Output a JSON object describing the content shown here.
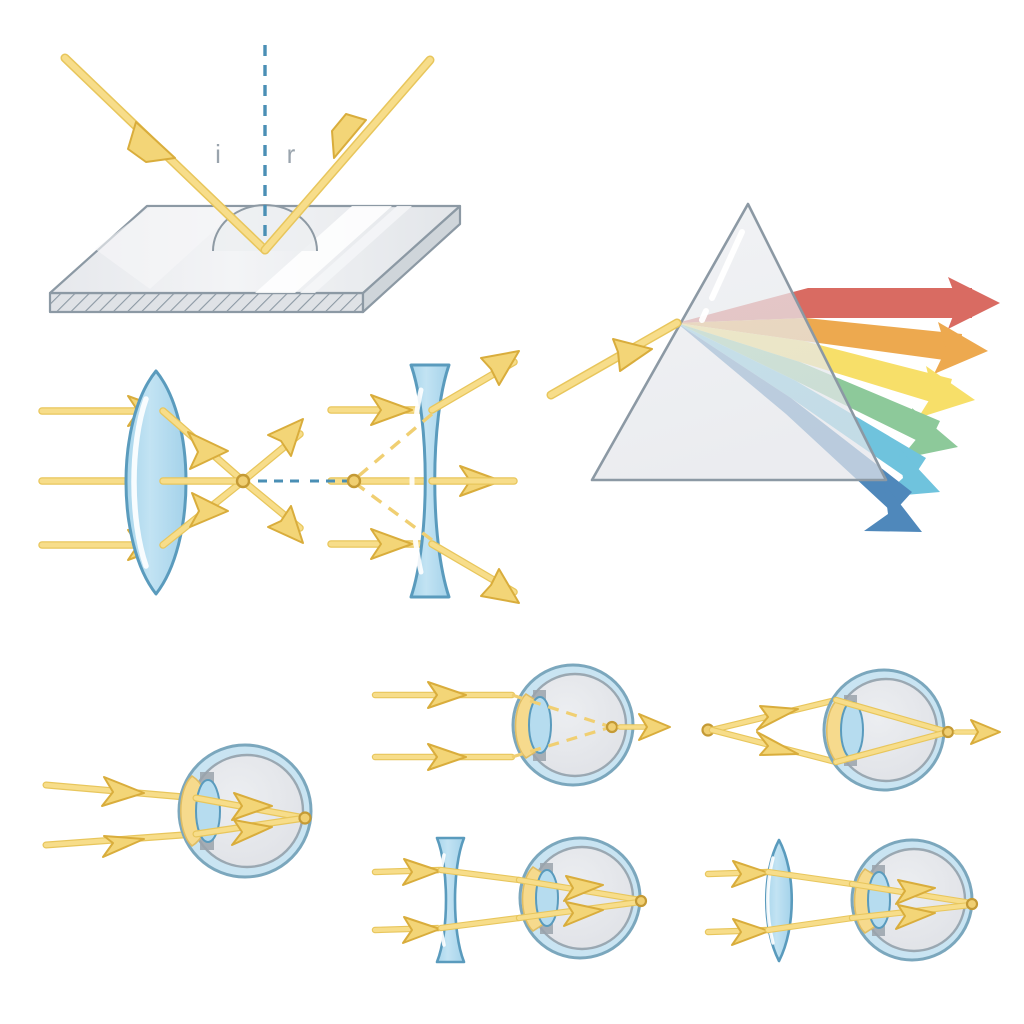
{
  "figure": {
    "title": "Optics: reflection, refraction, lenses and eye vision",
    "background_color": "#ffffff"
  },
  "palette": {
    "ray_yellow_fill": "#f7dd8a",
    "ray_yellow_stroke": "#e8c65c",
    "ray_yellow_core": "#f5d97c",
    "normal_blue": "#4a8fb5",
    "glass_fill": "#e9ebee",
    "glass_stroke": "#8c99a4",
    "glass_highlight": "#f7f8f9",
    "lens_fill": "#b6dcef",
    "lens_stroke": "#5a9bbd",
    "lens_highlight": "#ffffff",
    "eye_outer_fill": "#c9e4f2",
    "eye_outer_stroke": "#7ba7bd",
    "eye_inner_fill": "#e4e5e9",
    "eye_inner_stroke": "#9aa8b2",
    "cornea_yellow": "#f6da8d",
    "iris_gray": "#9aa3ab",
    "focus_dot_fill": "#f0cf72",
    "focus_dot_stroke": "#c49a35",
    "label_gray": "#9aa4ad",
    "spectrum": {
      "red": "#d96b62",
      "orange": "#eda94f",
      "yellow": "#f7df69",
      "green": "#8dc99a",
      "cyan": "#6fc3dd",
      "blue": "#4f88bb"
    }
  },
  "panels": [
    {
      "id": "reflection",
      "name": "Law of reflection on a plane mirror",
      "labels": {
        "incident_angle": "i",
        "reflected_angle": "r"
      },
      "elements": [
        "incident-ray",
        "reflected-ray",
        "normal-dashed-line",
        "angle-arc",
        "mirror-slab"
      ]
    },
    {
      "id": "prism-dispersion",
      "name": "Dispersion of white light through a triangular prism",
      "incident_ray": "white-light-ray",
      "spectrum_order": [
        "red",
        "orange",
        "yellow",
        "green",
        "cyan",
        "blue"
      ],
      "spectrum_count": 6
    },
    {
      "id": "convex-lens",
      "name": "Converging (biconvex) lens focusing parallel rays",
      "ray_count": 3,
      "focal_point": "real-focus",
      "axis": "dashed-optical-axis"
    },
    {
      "id": "concave-lens",
      "name": "Diverging (biconcave) lens spreading parallel rays",
      "ray_count": 3,
      "focal_point": "virtual-focus",
      "axis": "dashed-optical-axis",
      "virtual_rays": "dashed-yellow-extensions"
    },
    {
      "id": "eye-normal",
      "name": "Normal eye: parallel rays focus on the retina",
      "ray_count": 2,
      "focus_location": "on-retina"
    },
    {
      "id": "eye-hyperopia",
      "name": "Farsighted eye: rays converge behind the retina",
      "ray_count": 2,
      "focus_location": "behind-retina",
      "virtual_rays": "dashed-yellow-extensions"
    },
    {
      "id": "eye-near-object",
      "name": "Eye viewing a near point source: rays converge behind the retina",
      "ray_count": 2,
      "focus_location": "behind-retina",
      "source": "near-point-source"
    },
    {
      "id": "eye-concave-correction",
      "name": "Diverging lens correcting the eye so rays focus on the retina",
      "ray_count": 2,
      "corrective_lens": "concave-lens",
      "focus_location": "on-retina"
    },
    {
      "id": "eye-convex-correction",
      "name": "Converging lens correcting the eye so rays focus on the retina",
      "ray_count": 2,
      "corrective_lens": "convex-lens",
      "focus_location": "on-retina"
    }
  ]
}
